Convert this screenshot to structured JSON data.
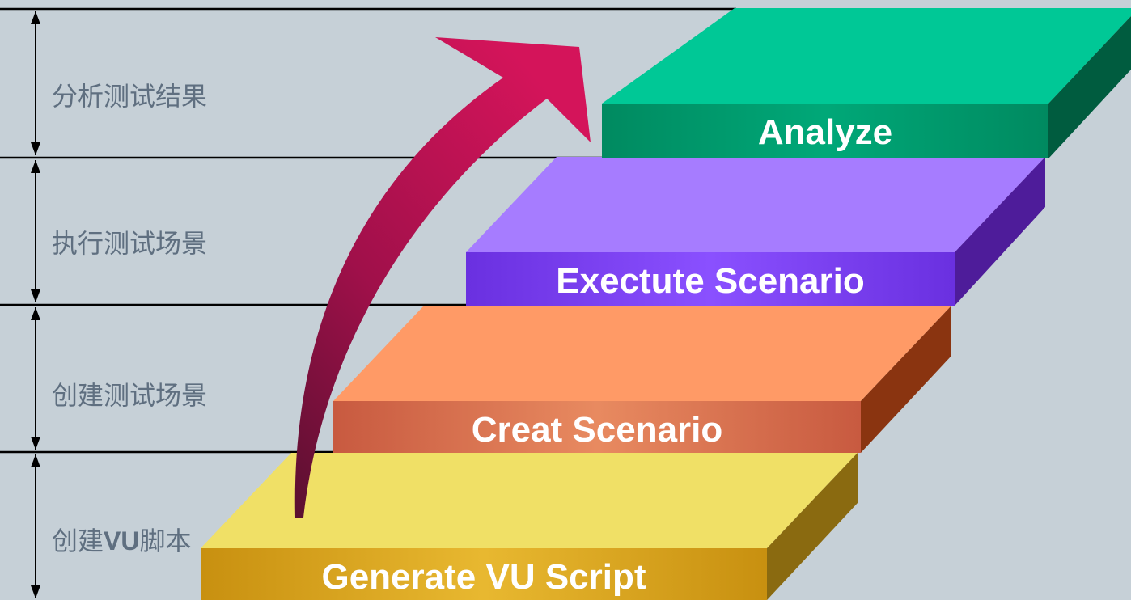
{
  "phases": [
    {
      "label": "分析测试结果"
    },
    {
      "label": "执行测试场景"
    },
    {
      "label": "创建测试场景"
    },
    {
      "label_prefix": "创建",
      "label_bold": "VU",
      "label_suffix": "脚本"
    }
  ],
  "steps": [
    {
      "label": "Analyze",
      "top_color": "#00c896",
      "front_color": "#00966a",
      "side_color": "#005c3f"
    },
    {
      "label": "Exectute Scenario",
      "top_color": "#a67cff",
      "front_color": "#7a3df0",
      "side_color": "#4e1c9a"
    },
    {
      "label": "Creat Scenario",
      "top_color": "#ff9a66",
      "front_color": "#d66a4a",
      "side_color": "#8a3410"
    },
    {
      "label": "Generate VU Script",
      "top_color": "#f0e066",
      "front_color": "#d8a820",
      "side_color": "#8a6a10"
    }
  ],
  "arrow_color": "#d4145a"
}
